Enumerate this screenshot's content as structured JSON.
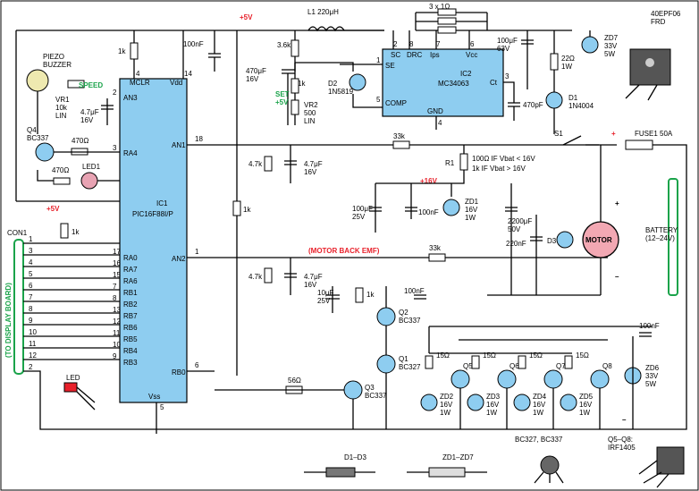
{
  "rail_label": "+5V",
  "ic1": {
    "name": "IC1",
    "part": "PIC16F88I/P",
    "pins": {
      "mclr": "MCLR",
      "vdd": "Vdd",
      "an3": "AN3",
      "ra4": "RA4",
      "an1": "AN1",
      "an2": "AN2",
      "ra0": "RA0",
      "ra7": "RA7",
      "ra6": "RA6",
      "rb1": "RB1",
      "rb2": "RB2",
      "rb7": "RB7",
      "rb6": "RB6",
      "rb5": "RB5",
      "rb4": "RB4",
      "rb3": "RB3",
      "rb0": "RB0",
      "vss": "Vss"
    },
    "pin_numbers": {
      "mclr": "4",
      "vdd": "14",
      "an3": "2",
      "ra4": "3",
      "an1": "18",
      "an2": "1",
      "ra0": "17",
      "ra7": "16",
      "ra6": "15",
      "rb1": "7",
      "rb2": "8",
      "rb7": "13",
      "rb6": "12",
      "rb5": "11",
      "rb4": "10",
      "rb3": "9",
      "rb0": "6",
      "vss": "5"
    }
  },
  "ic2": {
    "name": "IC2",
    "part": "MC34063",
    "pins": {
      "sc": "SC",
      "drc": "DRC",
      "ips": "Ips",
      "vcc": "Vcc",
      "se": "SE",
      "comp": "COMP",
      "gnd": "GND",
      "ct": "Ct"
    },
    "pin_numbers": {
      "sc": "2",
      "drc": "8",
      "ips": "7",
      "vcc": "6",
      "se": "1",
      "comp": "5",
      "gnd": "4",
      "ct": "3"
    }
  },
  "components": {
    "l1": "L1 220μH",
    "r_3x1": "3 x 1Ω",
    "c_100n_top": "100nF",
    "r_1k_top": "1k",
    "c_470u": "470μF\n16V",
    "r_3k6": "3.6k",
    "r_1k_vr": "1k",
    "vr2": "VR2\n500\nLIN",
    "set5v": "SET\n+5V",
    "d2": "D2\n1N5819",
    "c_100u63": "100μF\n63V",
    "r_22": "22Ω\n1W",
    "zd7": "ZD7\n33V\n5W",
    "c_470p": "470pF",
    "d1": "D1\n1N4004",
    "piezo": "PIEZO\nBUZZER",
    "vr1": "VR1\n10k\nLIN",
    "speed": "SPEED",
    "c_4u7_a": "4.7μF\n16V",
    "q4": "Q4\nBC337",
    "r_470a": "470Ω",
    "r_470b": "470Ω",
    "led1": "LED1",
    "r_4k7a": "4.7k",
    "c_4u7_b": "4.7μF\n16V",
    "r_33k_a": "33k",
    "s1": "S1",
    "fuse": "FUSE1 50A",
    "battery": "BATTERY\n(12–24V)",
    "r1": "R1",
    "r1_note1": "100Ω IF Vbat < 16V",
    "r1_note2": "1k IF Vbat > 16V",
    "plus16": "+16V",
    "c_100u25": "100μF\n25V",
    "c_100n_b": "100nF",
    "zd1": "ZD1\n16V\n1W",
    "c_2200": "2200μF\n50V",
    "c_220n": "220nF",
    "d3": "D3",
    "motor": "MOTOR",
    "r_1k_mid": "1k",
    "motor_emf": "(MOTOR BACK EMF)",
    "r_4k7b": "4.7k",
    "c_4u7_c": "4.7μF\n16V",
    "r_33k_b": "33k",
    "c_10u": "10μF\n25V",
    "r_1k_q": "1k",
    "c_100n_c": "100nF",
    "q2": "Q2\nBC337",
    "q1": "Q1\nBC327",
    "q3": "Q3\nBC337",
    "r_56": "56Ω",
    "c_100n_d": "100nF",
    "zd6": "ZD6\n33V\n5W",
    "r_15": "15Ω",
    "q5": "Q5",
    "q6": "Q6",
    "q7": "Q7",
    "q8": "Q8",
    "zd2": "ZD2\n16V\n1W",
    "zd3": "ZD3\n16V\n1W",
    "zd4": "ZD4\n16V\n1W",
    "zd5": "ZD5\n16V\n1W",
    "con1": "CON1",
    "to_display": "(TO DISPLAY BOARD)",
    "led": "LED",
    "r_1k_con": "1k",
    "fred_part": "40EPF06\nFRD",
    "legend_d": "D1–D3",
    "legend_zd": "ZD1–ZD7",
    "legend_bc": "BC327, BC337",
    "legend_q": "Q5–Q8:\nIRF1405",
    "plus": "+",
    "minus": "–"
  },
  "con1_pins": [
    "1",
    "3",
    "4",
    "5",
    "6",
    "7",
    "8",
    "9",
    "10",
    "11",
    "12",
    "2"
  ]
}
